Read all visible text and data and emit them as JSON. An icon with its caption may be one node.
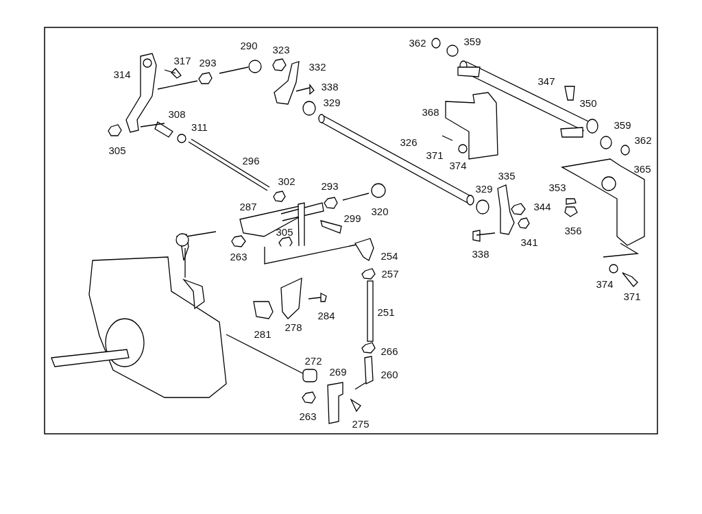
{
  "diagram": {
    "labels": [
      "290",
      "362",
      "359",
      "323",
      "317",
      "293",
      "332",
      "314",
      "347",
      "338",
      "329",
      "350",
      "368",
      "308",
      "311",
      "359",
      "362",
      "326",
      "305",
      "371",
      "296",
      "374",
      "365",
      "335",
      "302",
      "293",
      "353",
      "329",
      "287",
      "344",
      "320",
      "299",
      "305",
      "356",
      "341",
      "263",
      "338",
      "254",
      "257",
      "374",
      "371",
      "251",
      "284",
      "278",
      "281",
      "266",
      "272",
      "269",
      "260",
      "263",
      "275"
    ]
  }
}
